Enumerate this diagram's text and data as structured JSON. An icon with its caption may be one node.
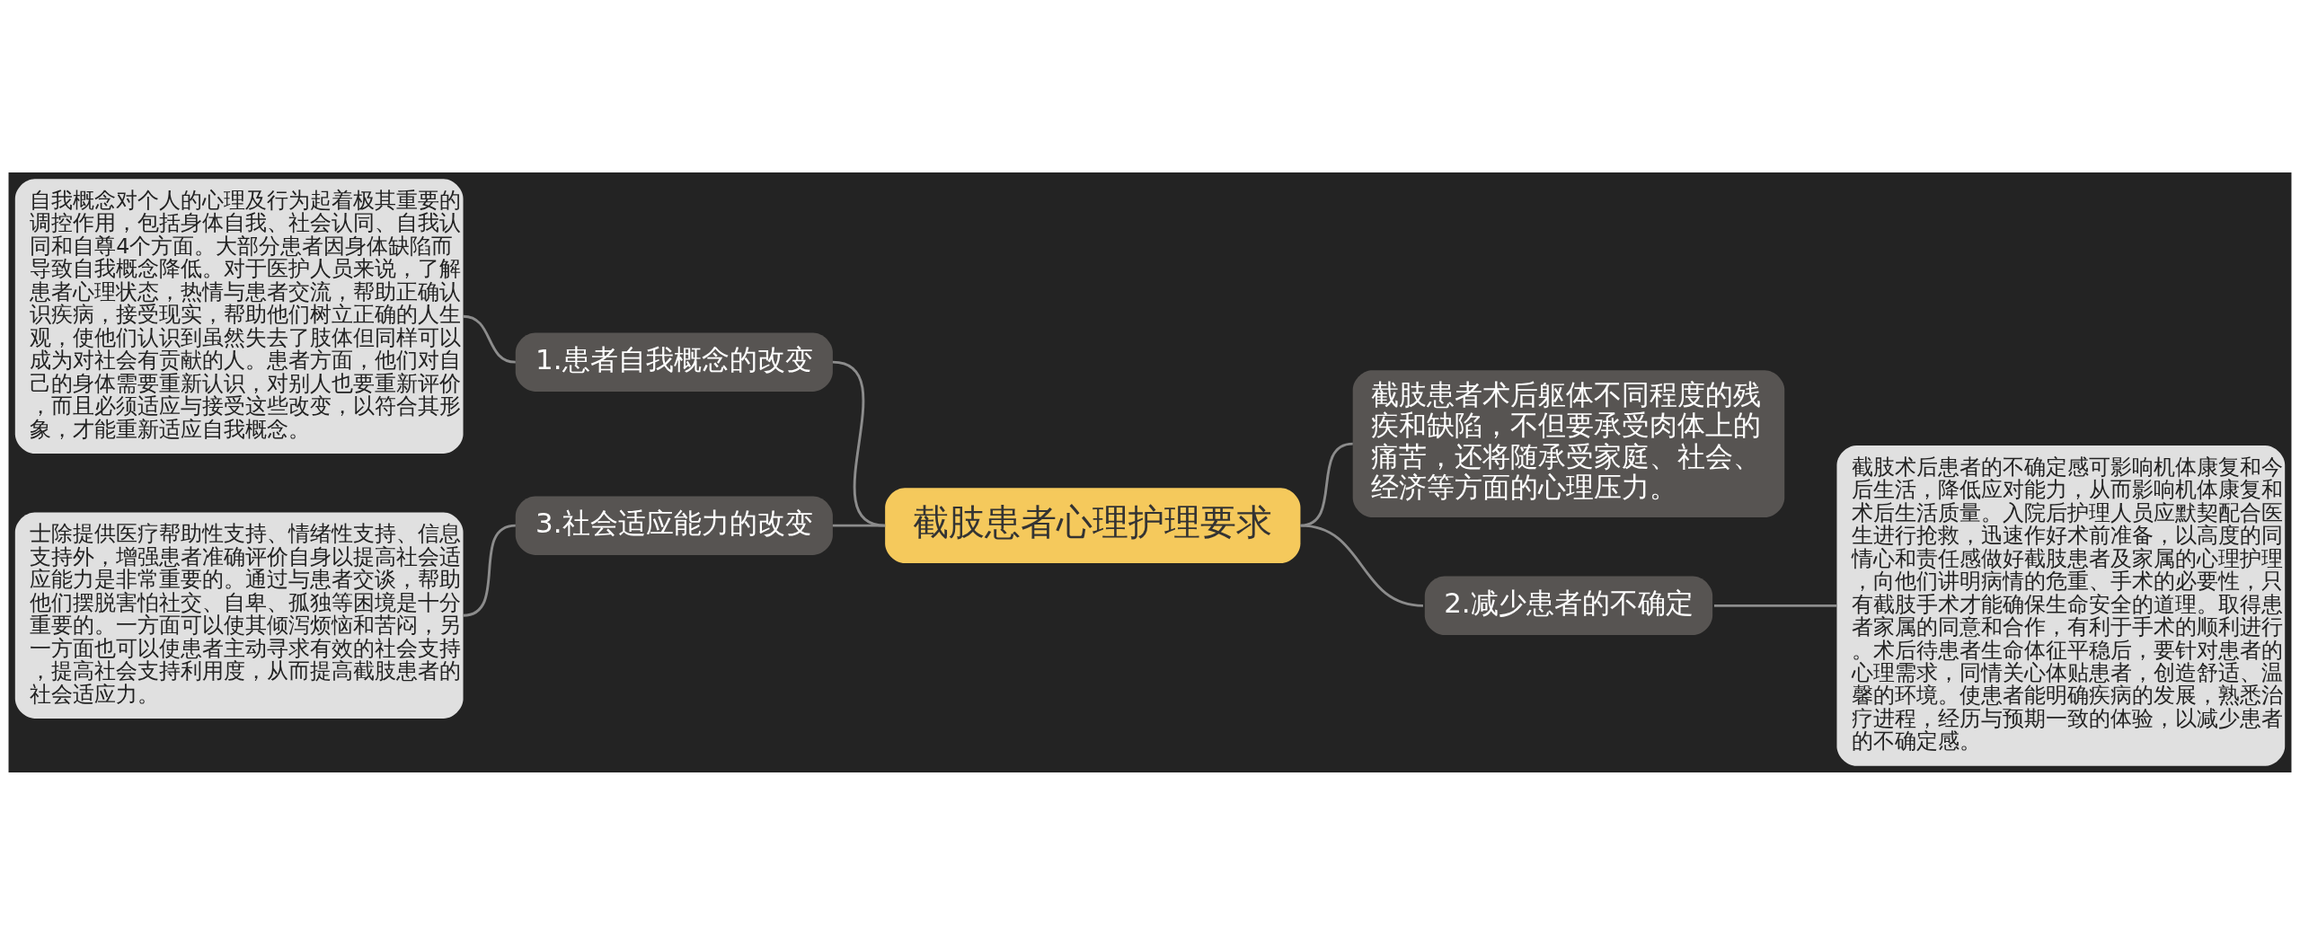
{
  "diagram": {
    "nodes": [
      {
        "text": [
          "截肢患者心理护理要求"
        ]
      },
      {
        "text": [
          "1.患者自我概念的改变"
        ]
      },
      {
        "text": [
          "自我概念对个人的心理及行为起着极其重要的调控作用，包括身体自我、社会认同、自我认同和自尊4个方面。大部分患者因身体缺陷而导致自我概念降低。对于医护人员来说，了解患者心理状态，热情与患者交流，帮助正确认识疾病，接受现实，帮助他们树立正确的人生观，使他们认识到虽然失去了肢体但同样可以成为对社会有贡献的人。患者方面，他们对自己的身体需要重新认识，对别人也要重新评价，而且必须适应与接受这些改变，以符合其形象，才能重新适应自我概念。"
        ]
      },
      {
        "text": [
          "3.社会适应能力的改变"
        ]
      },
      {
        "text": [
          "士除提供医疗帮助性支持、情绪性支持、信息支持外，增强患者准确评价自身以提高社会适应能力是非常重要的。通过与患者交谈，帮助他们摆脱害怕社交、自卑、孤独等困境是十分重要的。一方面可以使其倾泻烦恼和苦闷，另一方面也可以使患者主动寻求有效的社会支持，提高社会支持利用度，从而提高截肢患者的社会适应力。"
        ]
      },
      {
        "text": [
          "截肢患者术后躯体不同程度的残疾和缺陷，不但要承受肉体上的痛苦，还将随承受家庭、社会、经济等方面的心理压力。"
        ]
      },
      {
        "text": [
          "2.减少患者的不确定"
        ]
      },
      {
        "text": [
          "截肢术后患者的不确定感可影响机体康复和今后生活，降低应对能力，从而影响机体康复和术后生活质量。入院后护理人员应默契配合医生进行抢救，迅速作好术前准备，以高度的同情心和责任感做好截肢患者及家属的心理护理，向他们讲明病情的危重、手术的必要性，只有截肢手术才能确保生命安全的道理。取得患者家属的同意和合作，有利于手术的顺利进行。术后待患者生命体征平稳后，要针对患者的心理需求，同情关心体贴患者，创造舒适、温馨的环境。使患者能明确疾病的发展，熟悉治疗进程，经历与预期一致的体验，以减少患者的不确定感。"
        ]
      }
    ],
    "edges": [
      {
        "from": 0,
        "to": 1,
        "arrow": "none"
      },
      {
        "from": 1,
        "to": 2,
        "arrow": "none"
      },
      {
        "from": 0,
        "to": 3,
        "arrow": "none"
      },
      {
        "from": 3,
        "to": 4,
        "arrow": "none"
      },
      {
        "from": 0,
        "to": 5,
        "arrow": "none"
      },
      {
        "from": 0,
        "to": 6,
        "arrow": "none"
      },
      {
        "from": 6,
        "to": 7,
        "arrow": "none"
      }
    ]
  }
}
